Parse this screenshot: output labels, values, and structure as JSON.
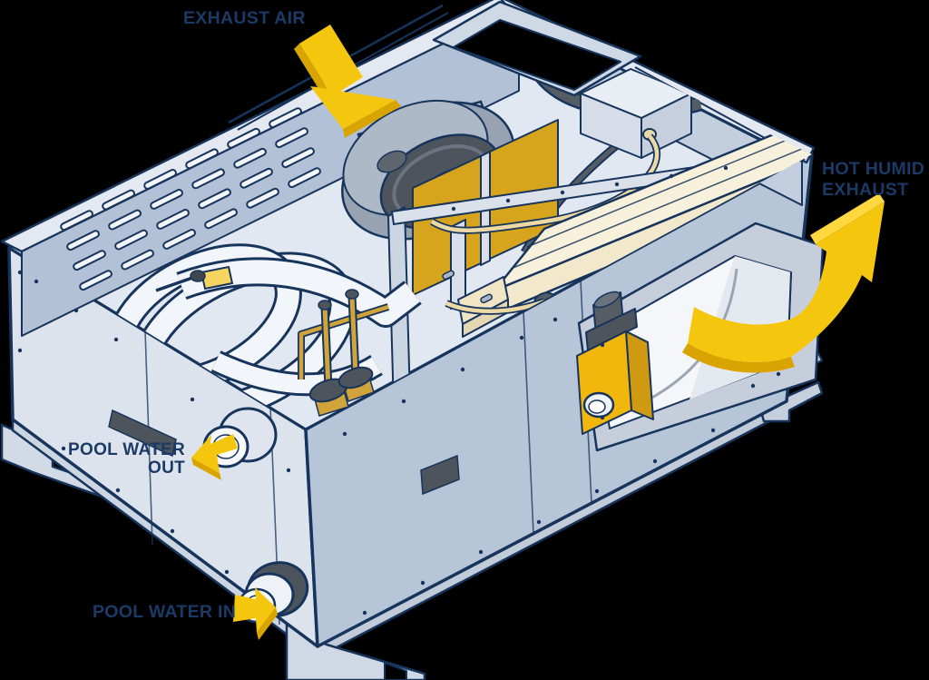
{
  "diagram": {
    "labels": {
      "exhaust_air": "EXHAUST AIR",
      "hot_humid_exhaust": {
        "line1": "HOT HUMID",
        "line2": "EXHAUST"
      },
      "pool_water_out": {
        "line1": "POOL WATER",
        "line2": "OUT"
      },
      "pool_water_in": "POOL WATER IN"
    },
    "colors": {
      "background": "#000000",
      "outline_navy": "#16345c",
      "label_text": "#1c3a66",
      "arrow_yellow": "#f5c60e",
      "arrow_shade": "#d9a400",
      "arrow_highlight": "#ffd83f",
      "panel_light": "#dde3ed",
      "panel_medium": "#b7c5d9",
      "interior_wall": "#b2c1d6",
      "floor": "#e2e8f1",
      "coil_gold": "#d7a41e",
      "core_cream": "#f2e8cb",
      "core_cream_top": "#f7f0db",
      "fan_dark": "#4d545c",
      "fan_scroll": "#97a2b3",
      "actuator_yellow": "#f2b70d",
      "pipe_white": "#f2f5f9"
    }
  }
}
